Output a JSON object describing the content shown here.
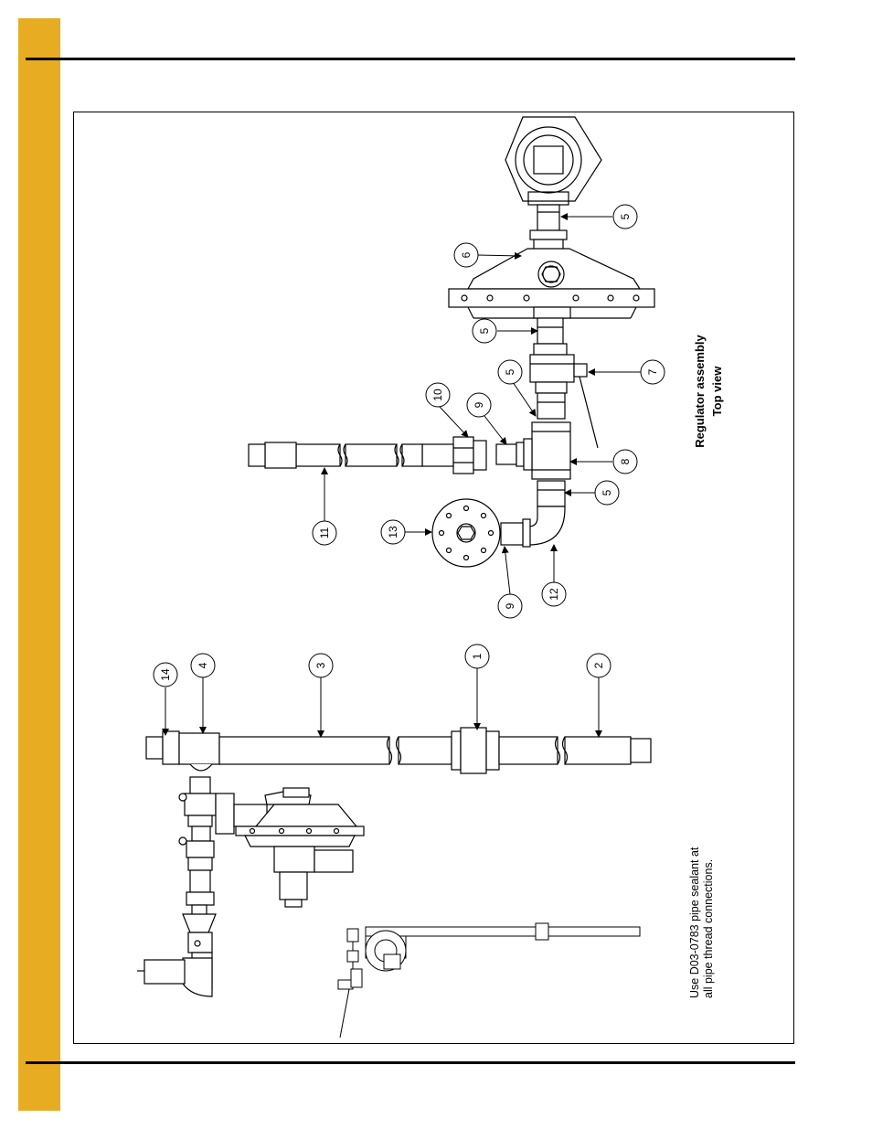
{
  "colors": {
    "accent_bar": "#E8AC22",
    "line": "#000000"
  },
  "drawing": {
    "title_line1": "Regulator assembly",
    "title_line2": "Top view",
    "note_line1": "Use D03-0783 pipe sealant at",
    "note_line2": "all pipe thread connections.",
    "callouts": {
      "c14": "14",
      "c4": "4",
      "c3": "3",
      "c1": "1",
      "c2": "2",
      "c5a": "5",
      "c6": "6",
      "c5b": "5",
      "c5c": "5",
      "c7": "7",
      "c10": "10",
      "c9a": "9",
      "c8": "8",
      "c5d": "5",
      "c11": "11",
      "c13": "13",
      "c9b": "9",
      "c12": "12"
    }
  }
}
